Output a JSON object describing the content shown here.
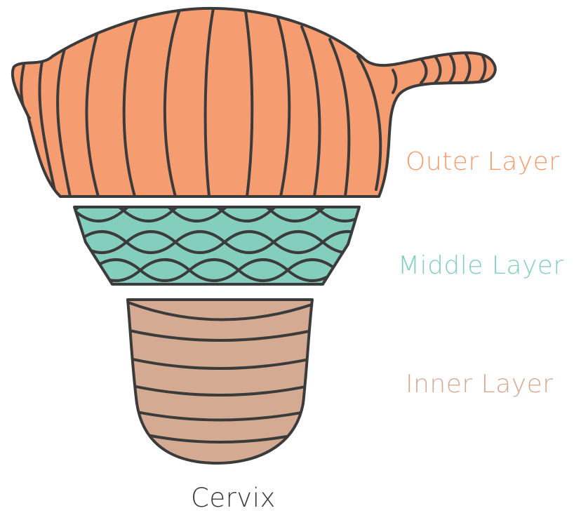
{
  "labels": {
    "outer_layer": "Outer Layer",
    "middle_layer": "Middle Layer",
    "inner_layer": "Inner Layer",
    "cervix": "Cervix"
  },
  "colors": {
    "outer_fill": "#F59C70",
    "middle_fill": "#84CEBD",
    "inner_fill": "#D5AA92",
    "outline": "#3B3B3B",
    "outer_text": "#F59C70",
    "middle_text": "#84CEBD",
    "inner_text": "#D5AA92",
    "cervix_text": "#3B3B3B"
  }
}
